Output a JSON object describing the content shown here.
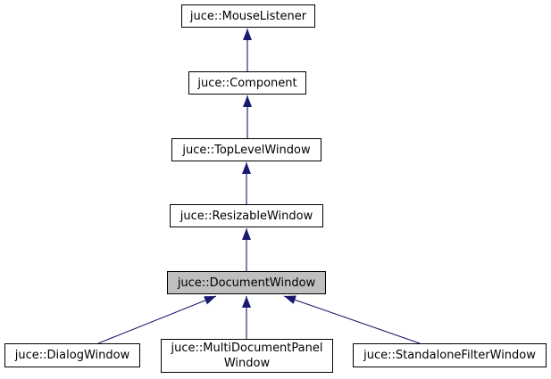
{
  "diagram": {
    "type": "class-inheritance-diagram",
    "current_class": "juce::DocumentWindow",
    "nodes": {
      "mouse_listener": {
        "label": "juce::MouseListener"
      },
      "component": {
        "label": "juce::Component"
      },
      "top_level_window": {
        "label": "juce::TopLevelWindow"
      },
      "resizable_window": {
        "label": "juce::ResizableWindow"
      },
      "document_window": {
        "label": "juce::DocumentWindow",
        "highlighted": true
      },
      "dialog_window": {
        "label": "juce::DialogWindow"
      },
      "multi_document_panel_window": {
        "label_line1": "juce::MultiDocumentPanel",
        "label_line2": "Window"
      },
      "standalone_filter_window": {
        "label": "juce::StandaloneFilterWindow"
      }
    },
    "edges": [
      {
        "from": "component",
        "to": "mouse_listener"
      },
      {
        "from": "top_level_window",
        "to": "component"
      },
      {
        "from": "resizable_window",
        "to": "top_level_window"
      },
      {
        "from": "document_window",
        "to": "resizable_window"
      },
      {
        "from": "dialog_window",
        "to": "document_window"
      },
      {
        "from": "multi_document_panel_window",
        "to": "document_window"
      },
      {
        "from": "standalone_filter_window",
        "to": "document_window"
      }
    ],
    "colors": {
      "arrow": "#191970",
      "node_border": "#000000",
      "node_fill": "#ffffff",
      "highlight_fill": "#bfbfbf",
      "text": "#000000",
      "background": "#ffffff"
    }
  }
}
